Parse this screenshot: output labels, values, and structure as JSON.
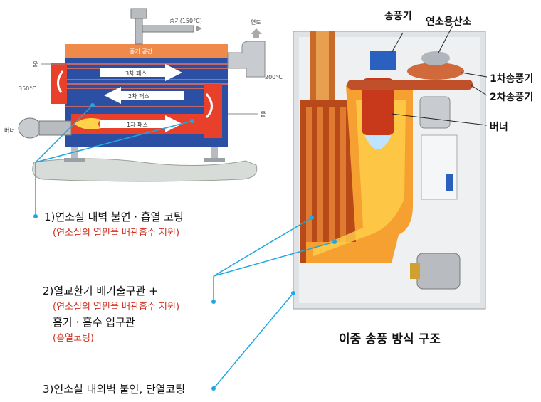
{
  "left_diagram": {
    "steam_label": "증기(150°C)",
    "flue_label": "연도",
    "water_label_top": "물",
    "water_label_right": "물",
    "temp_left": "350°C",
    "temp_right": "200°C",
    "burner_label": "버너",
    "steam_space": "증기 공간",
    "pass_3": "3차 패스",
    "pass_2": "2차 패스",
    "pass_1": "1차 패스"
  },
  "right_diagram": {
    "blower": "송풍기",
    "combustion_air": "연소용산소",
    "fan_1": "1차송풍기",
    "fan_2": "2차송풍기",
    "burner": "버너",
    "caption": "이중 송풍 방식 구조"
  },
  "annotations": {
    "a1_title": "1)연소실 내벽 불연 · 흡열 코팅",
    "a1_sub": "(연소실의 열원을 배관흡수 지원)",
    "a2_title": "2)열교환기 배기출구관 +",
    "a2_sub": "(연소실의 열원을 배관흡수 지원)",
    "a2_title2": "흡기 · 흡수 입구관",
    "a2_sub2": "(흡열코팅)",
    "a3_title": "3)연소실 내외벽 불연, 단열코팅"
  },
  "colors": {
    "leader": "#1ea7e0",
    "red_text": "#d0301f",
    "tube_blue": "#2b4fa3",
    "shell_orange": "#f08a4b"
  }
}
